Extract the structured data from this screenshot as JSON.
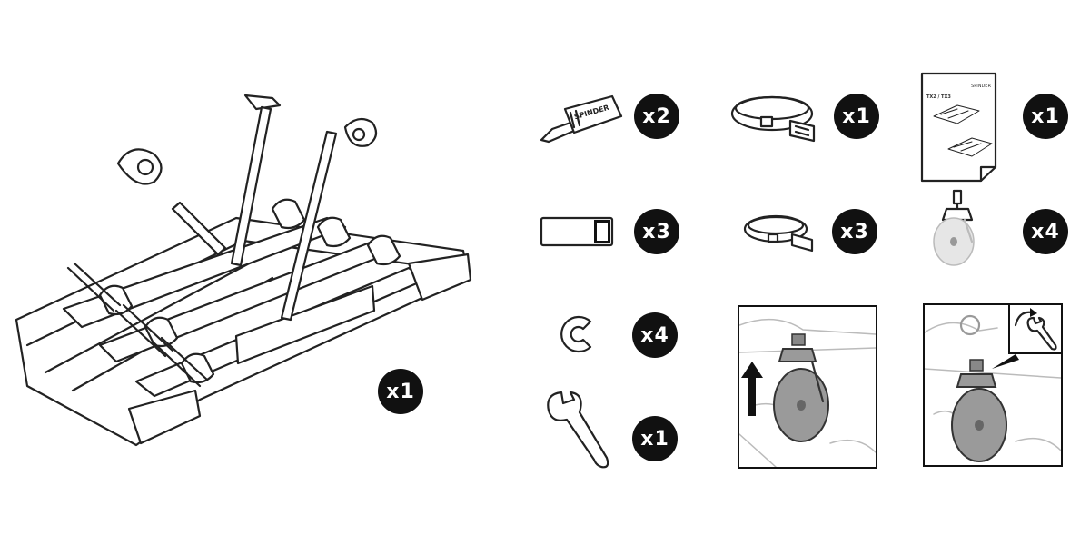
{
  "quantities": {
    "carrier": "x1",
    "key": "x2",
    "long_strap": "x1",
    "manual": "x1",
    "end_cap": "x3",
    "short_strap": "x3",
    "caster_wheel": "x4",
    "ring": "x4",
    "wrench": "x1"
  },
  "labels": {
    "key_brand": "SPINDER",
    "manual_brand": "SPINDER",
    "manual_title": "TX2 / TX3"
  }
}
